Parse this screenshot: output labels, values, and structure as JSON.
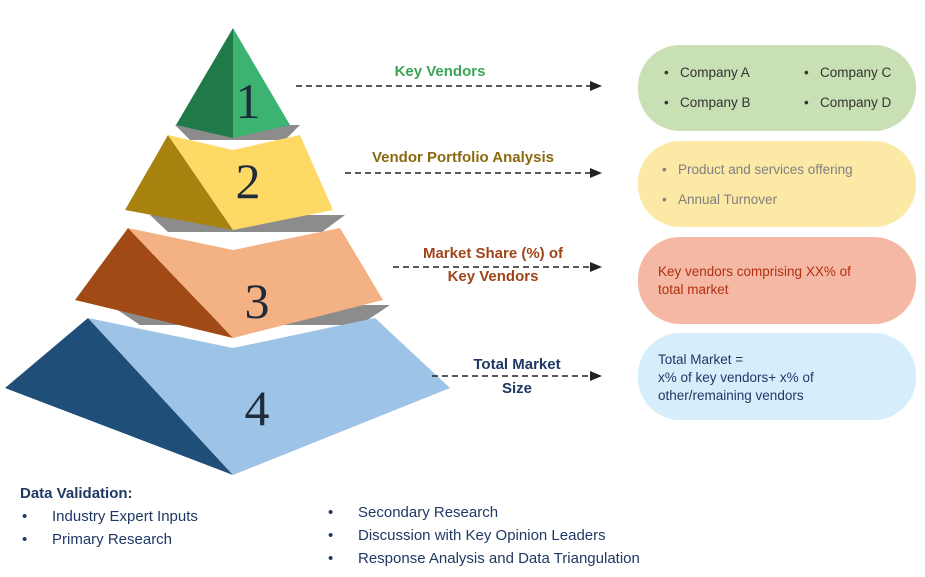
{
  "tiers": [
    {
      "number": "1",
      "label": [
        "Key Vendors"
      ],
      "label_color": "#3aa655",
      "pill": {
        "type": "grid",
        "items": [
          "Company A",
          "Company C",
          "Company B",
          "Company D"
        ],
        "bg": "#c9dfb4",
        "color": "#333333"
      },
      "colors": {
        "front": "#3cb371",
        "left": "#1f7a47"
      }
    },
    {
      "number": "2",
      "label": [
        "Vendor Portfolio Analysis"
      ],
      "label_color": "#8a6a10",
      "pill": {
        "type": "list",
        "items": [
          "Product and  services offering",
          "Annual Turnover"
        ],
        "bg": "#fde9a6",
        "color": "#7f7f7f"
      },
      "colors": {
        "front": "#ffd966",
        "left": "#a8820e"
      }
    },
    {
      "number": "3",
      "label": [
        "Market Share (%) of",
        "Key Vendors"
      ],
      "label_color": "#a0441a",
      "pill": {
        "type": "text",
        "lines": [
          "Key vendors comprising XX% of",
          "total market"
        ],
        "bg": "#f5b8a4",
        "color": "#b03010"
      },
      "colors": {
        "front": "#f4b183",
        "left": "#a24a16"
      }
    },
    {
      "number": "4",
      "label": [
        "Total Market",
        "Size"
      ],
      "label_color": "#1f3864",
      "pill": {
        "type": "text",
        "lines": [
          "Total Market =",
          "x% of key vendors+ x% of",
          "other/remaining vendors"
        ],
        "bg": "#d6eefc",
        "color": "#1f3864"
      },
      "colors": {
        "front": "#9dc3e6",
        "left": "#1f4e79"
      }
    }
  ],
  "shelf_color": "#8c8c8c",
  "validation": {
    "title": "Data Validation:",
    "items": [
      "Industry Expert Inputs",
      "Primary Research"
    ],
    "items2": [
      "Secondary Research",
      "Discussion with Key Opinion Leaders",
      "Response Analysis and Data Triangulation"
    ]
  }
}
